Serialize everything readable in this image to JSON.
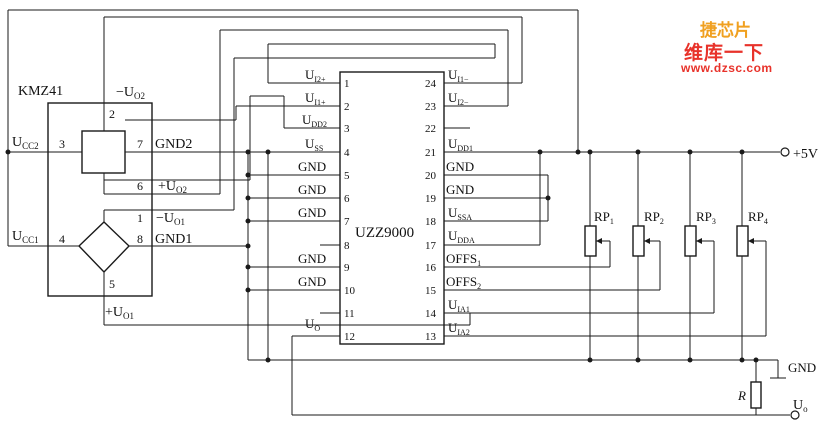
{
  "sensor": {
    "name": "KMZ41",
    "pins": {
      "p1": "1",
      "p2": "2",
      "p3": "3",
      "p4": "4",
      "p5": "5",
      "p6": "6",
      "p7": "7",
      "p8": "8"
    },
    "labels": {
      "vcc2": "U",
      "vcc2_sub": "CC2",
      "vcc1": "U",
      "vcc1_sub": "CC1",
      "uo2_minus": "−U",
      "uo2_minus_sub": "O2",
      "uo2_plus": "+U",
      "uo2_plus_sub": "O2",
      "uo1_minus": "−U",
      "uo1_minus_sub": "O1",
      "uo1_plus": "+U",
      "uo1_plus_sub": "O1",
      "gnd2": "GND2",
      "gnd1": "GND1"
    }
  },
  "ic": {
    "name": "UZZ9000",
    "left_pins": [
      {
        "num": "1",
        "label": "U",
        "sub": "I2+"
      },
      {
        "num": "2",
        "label": "U",
        "sub": "I1+"
      },
      {
        "num": "3",
        "label": "U",
        "sub": "DD2"
      },
      {
        "num": "4",
        "label": "U",
        "sub": "SS"
      },
      {
        "num": "5",
        "label": "GND",
        "sub": ""
      },
      {
        "num": "6",
        "label": "GND",
        "sub": ""
      },
      {
        "num": "7",
        "label": "GND",
        "sub": ""
      },
      {
        "num": "8",
        "label": "",
        "sub": ""
      },
      {
        "num": "9",
        "label": "GND",
        "sub": ""
      },
      {
        "num": "10",
        "label": "GND",
        "sub": ""
      },
      {
        "num": "11",
        "label": "",
        "sub": ""
      },
      {
        "num": "12",
        "label": "U",
        "sub": "O"
      }
    ],
    "right_pins": [
      {
        "num": "24",
        "label": "U",
        "sub": "I1−"
      },
      {
        "num": "23",
        "label": "U",
        "sub": "I2−"
      },
      {
        "num": "22",
        "label": "",
        "sub": ""
      },
      {
        "num": "21",
        "label": "U",
        "sub": "DD1"
      },
      {
        "num": "20",
        "label": "GND",
        "sub": ""
      },
      {
        "num": "19",
        "label": "GND",
        "sub": ""
      },
      {
        "num": "18",
        "label": "U",
        "sub": "SSA"
      },
      {
        "num": "17",
        "label": "U",
        "sub": "DDA"
      },
      {
        "num": "16",
        "label": "OFFS",
        "sub": "1"
      },
      {
        "num": "15",
        "label": "OFFS",
        "sub": "2"
      },
      {
        "num": "14",
        "label": "U",
        "sub": "IA1"
      },
      {
        "num": "13",
        "label": "U",
        "sub": "IA2"
      }
    ]
  },
  "pots": [
    {
      "label": "RP",
      "sub": "1"
    },
    {
      "label": "RP",
      "sub": "2"
    },
    {
      "label": "RP",
      "sub": "3"
    },
    {
      "label": "RP",
      "sub": "4"
    }
  ],
  "supply": {
    "label": "+5V"
  },
  "ground": {
    "label": "GND"
  },
  "resistor": {
    "label": "R"
  },
  "output": {
    "label": "U",
    "sub": "o"
  },
  "watermark": {
    "logo": "捷芯片",
    "title": "维库一下",
    "url": "www.dzsc.com"
  }
}
